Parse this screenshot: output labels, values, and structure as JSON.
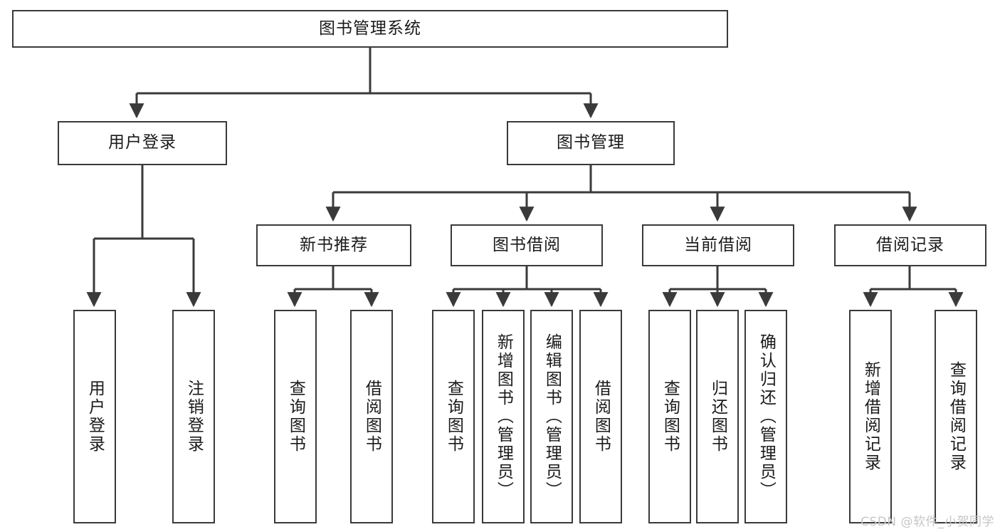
{
  "diagram": {
    "title": "图书管理系统",
    "type": "hierarchy-tree",
    "root": {
      "label": "图书管理系统"
    },
    "level2": [
      {
        "label": "用户登录"
      },
      {
        "label": "图书管理"
      }
    ],
    "level3": [
      {
        "label": "新书推荐"
      },
      {
        "label": "图书借阅"
      },
      {
        "label": "当前借阅"
      },
      {
        "label": "借阅记录"
      }
    ],
    "leaves": {
      "user_login": [
        {
          "label": "用户登录"
        },
        {
          "label": "注销登录"
        }
      ],
      "new_book_recommend": [
        {
          "label": "查询图书"
        },
        {
          "label": "借阅图书"
        }
      ],
      "book_borrow": [
        {
          "label": "查询图书"
        },
        {
          "label": "新增图书（管理员）"
        },
        {
          "label": "编辑图书（管理员）"
        },
        {
          "label": "借阅图书"
        }
      ],
      "current_borrow": [
        {
          "label": "查询图书"
        },
        {
          "label": "归还图书"
        },
        {
          "label": "确认归还（管理员）"
        }
      ],
      "borrow_record": [
        {
          "label": "新增借阅记录"
        },
        {
          "label": "查询借阅记录"
        }
      ]
    }
  },
  "watermark": {
    "text": "CSDN @软件_小贺同学"
  },
  "colors": {
    "stroke": "#3a3a3a",
    "background": "#ffffff",
    "text": "#1a1a1a",
    "watermark": "#c6c6c6"
  }
}
